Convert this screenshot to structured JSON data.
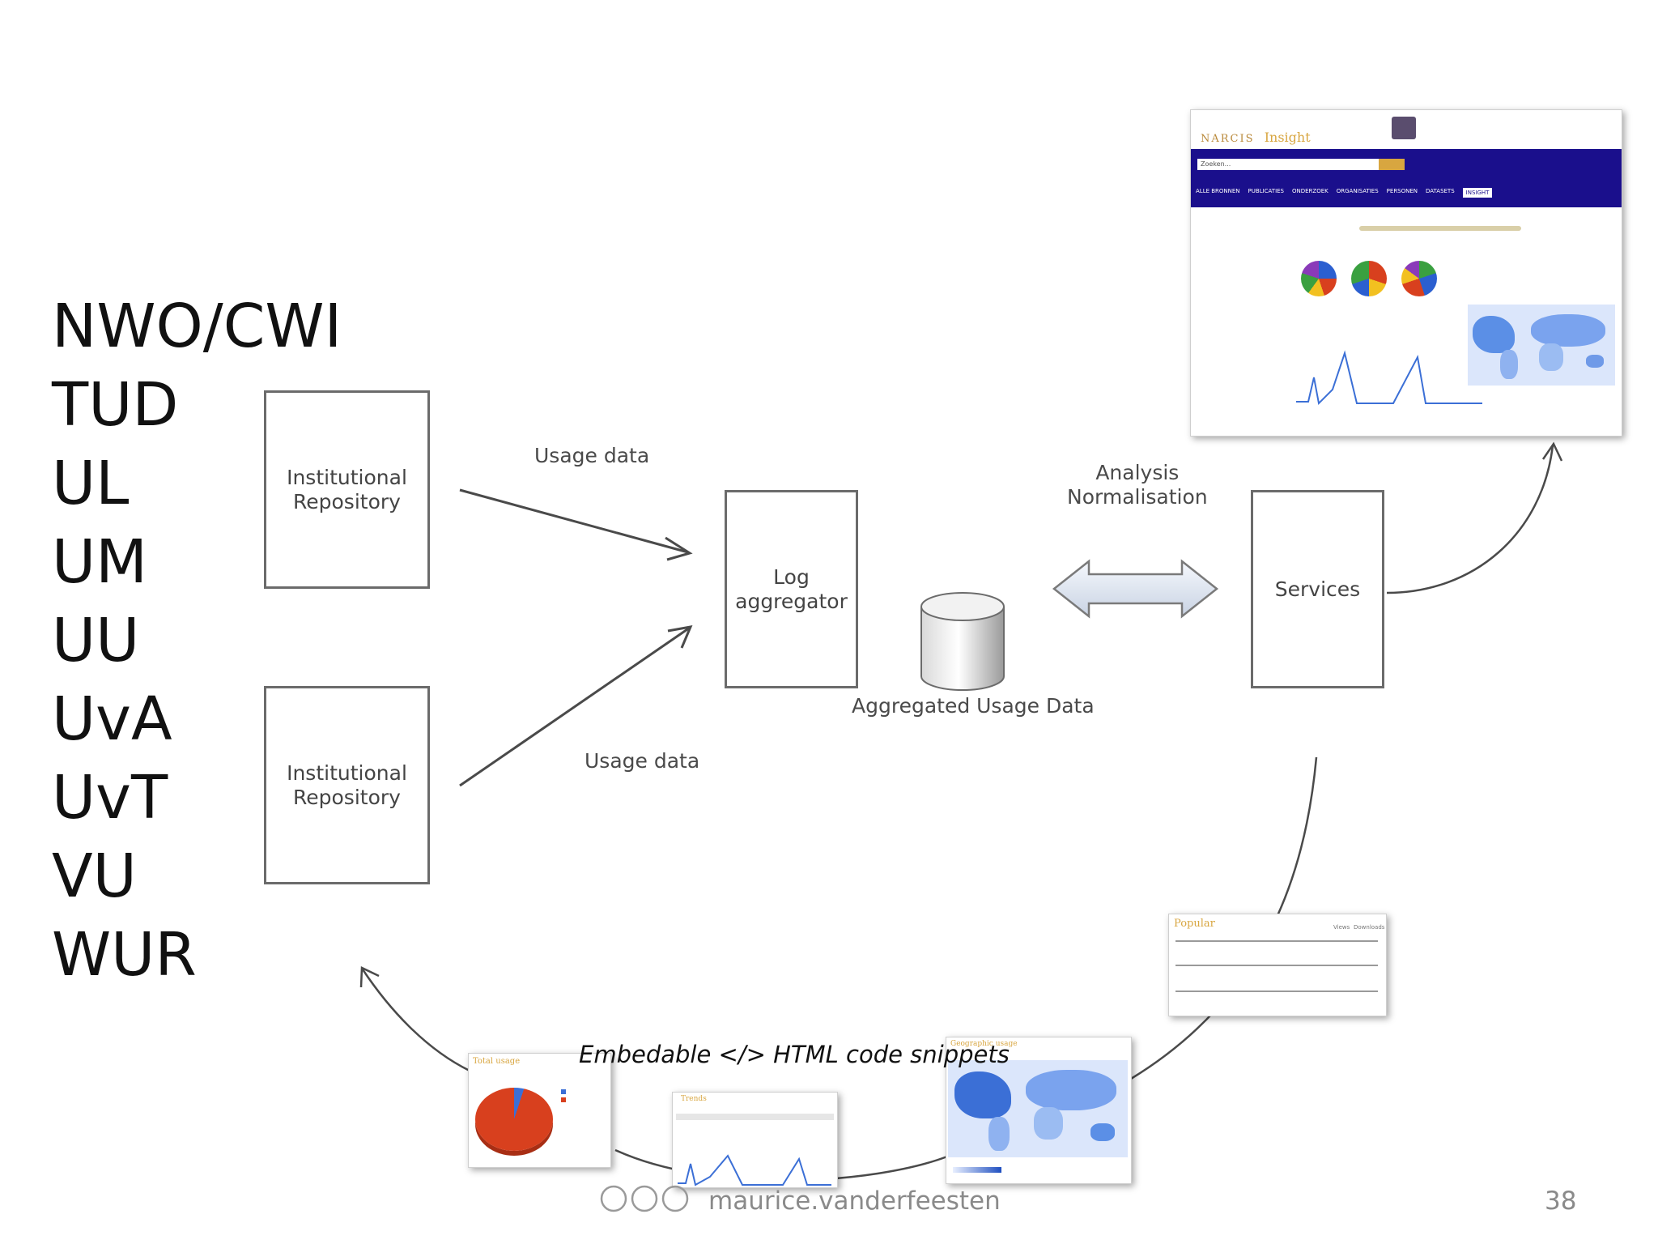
{
  "institutions": [
    "NWO/CWI",
    "TUD",
    "UL",
    "UM",
    "UU",
    "UvA",
    "UvT",
    "VU",
    "WUR"
  ],
  "boxes": {
    "repo_top": "Institutional\nRepository",
    "repo_bottom": "Institutional\nRepository",
    "log_aggregator": "Log\naggregator",
    "services": "Services"
  },
  "labels": {
    "usage_data_top": "Usage data",
    "usage_data_bottom": "Usage data",
    "analysis": "Analysis\nNormalisation",
    "aggregated": "Aggregated Usage Data"
  },
  "caption": "Embedable </> HTML code snippets",
  "footer": {
    "author": "maurice.vanderfeesten",
    "page": "38"
  },
  "screenshot": {
    "brand": "NARCIS",
    "brand_accent": "Insight",
    "search_placeholder": "Zoeken...",
    "nav_tabs": [
      "ALLE BRONNEN",
      "PUBLICATIES",
      "ONDERZOEK",
      "ORGANISATIES",
      "PERSONEN",
      "DATASETS",
      "INSIGHT"
    ],
    "colors": {
      "nav": "#1a0f8c",
      "accent": "#d8a640"
    }
  },
  "snippets": {
    "popular_title": "Popular",
    "popular_columns": [
      "Views",
      "Downloads"
    ],
    "total_usage_title": "Total usage",
    "trends_title": "Trends",
    "geo_title": "Geographic usage"
  },
  "colors": {
    "box_border": "#6b6b6b",
    "arrow": "#4a4a4a",
    "pie_red": "#d8401e",
    "map_blue": "#3b6fd6"
  }
}
